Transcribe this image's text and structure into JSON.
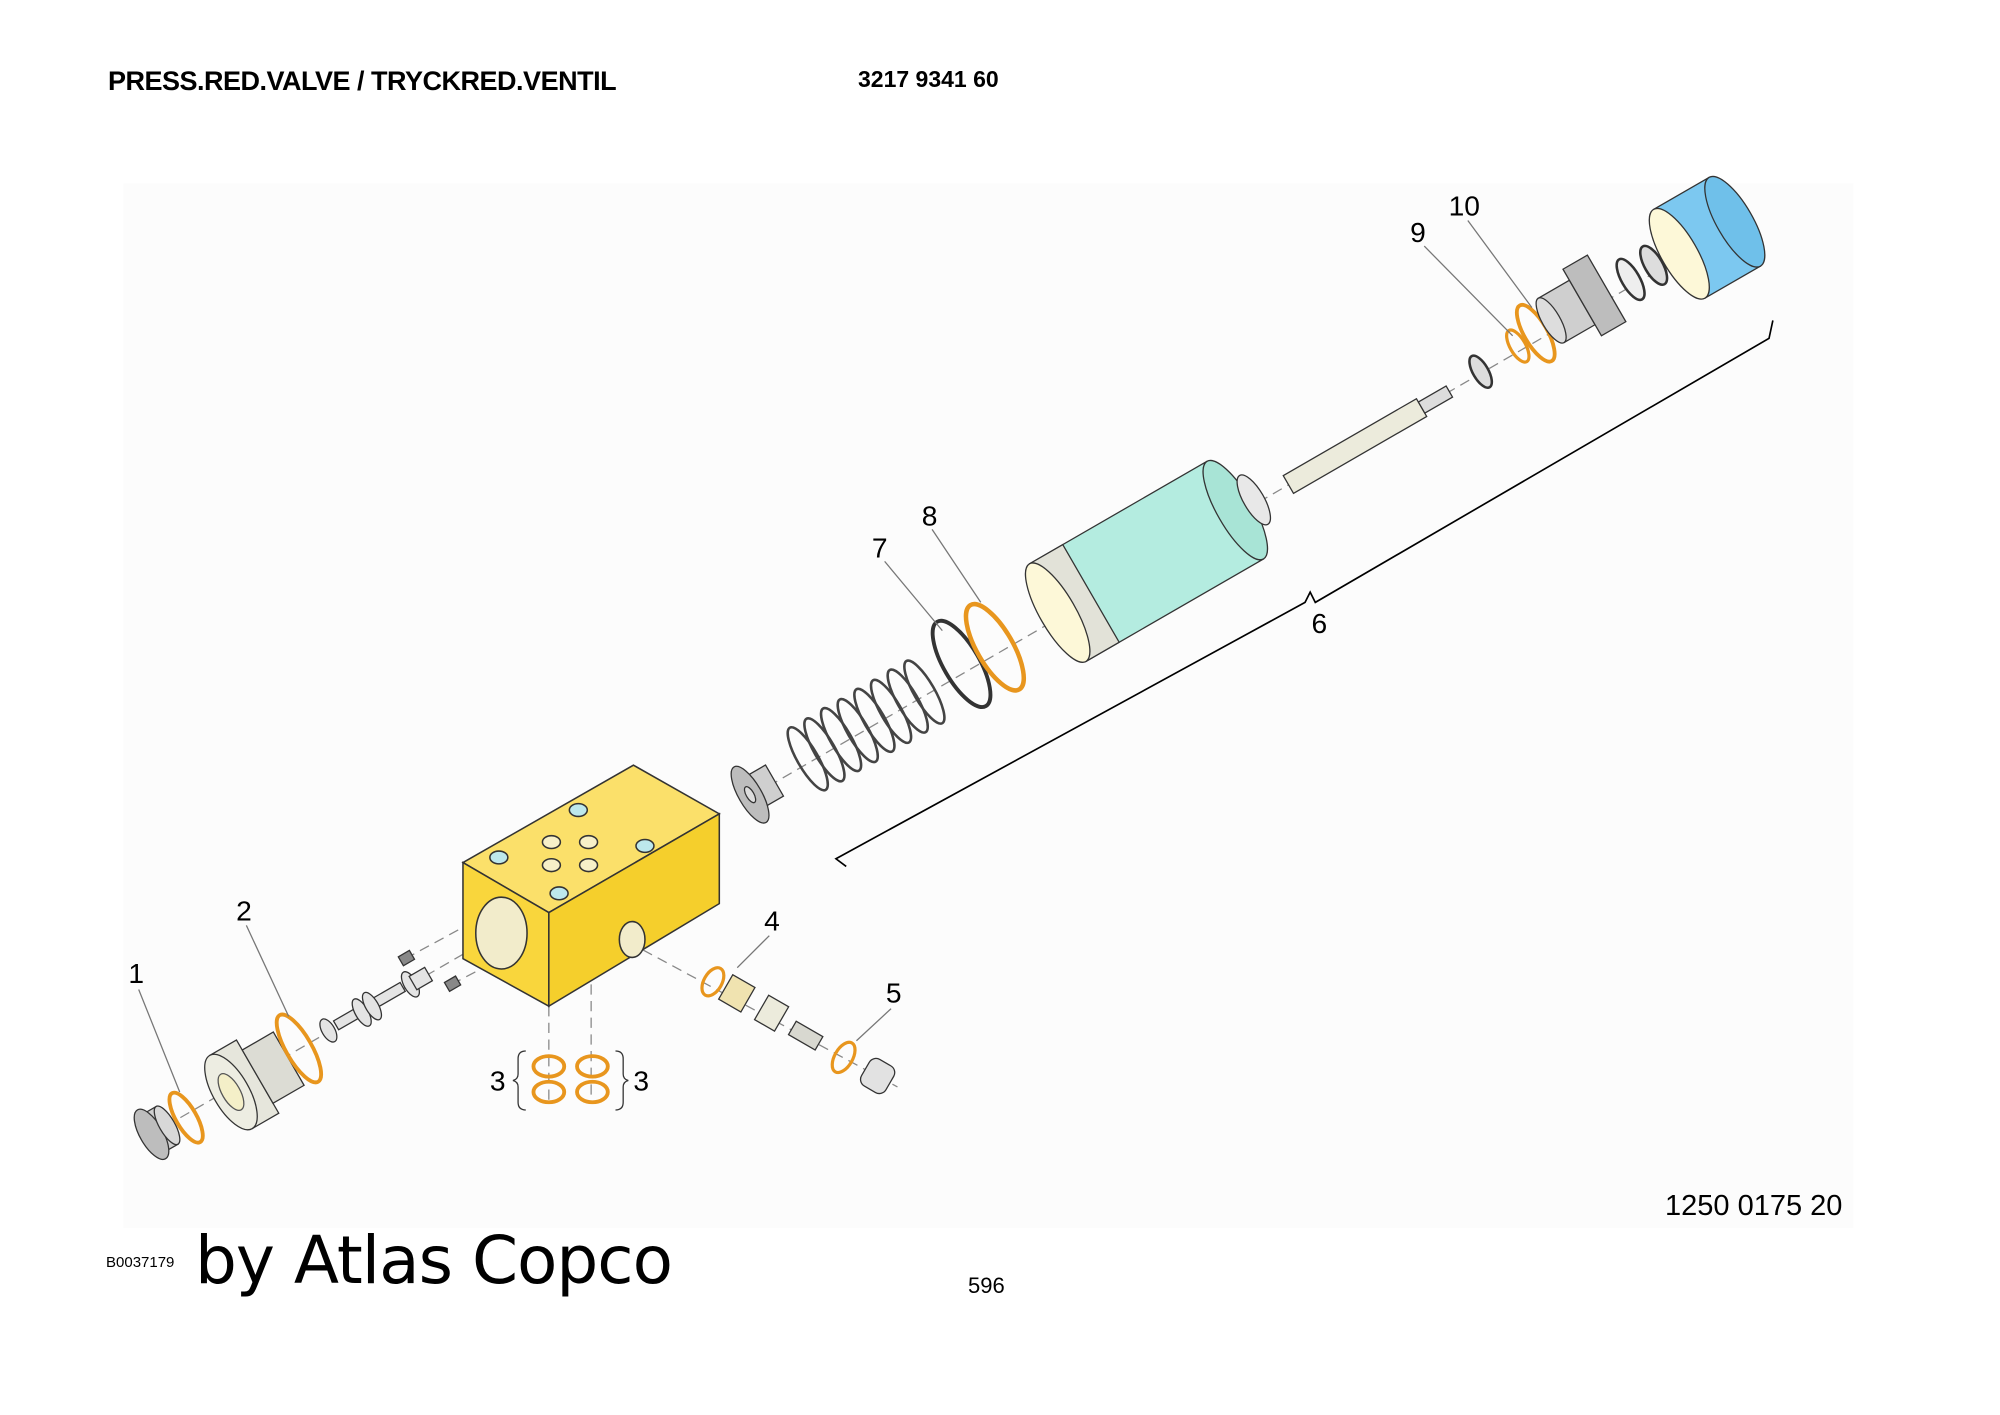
{
  "header": {
    "title": "PRESS.RED.VALVE / TRYCKRED.VENTIL",
    "part_number": "3217 9341 60"
  },
  "diagram": {
    "drawing_number": "1250 0175 20",
    "callouts": [
      "1",
      "2",
      "3",
      "3",
      "4",
      "5",
      "6",
      "7",
      "8",
      "9",
      "10"
    ],
    "colors": {
      "block": "#f9d63c",
      "o_ring": "#e8961e",
      "cylinder": "#b4ece0",
      "cap": "#7cc8f0",
      "metal": "#d8d8d8",
      "face": "#fdf8d8"
    }
  },
  "footer": {
    "image_id": "B0037179",
    "brand": "by Atlas Copco",
    "page_number": "596"
  }
}
